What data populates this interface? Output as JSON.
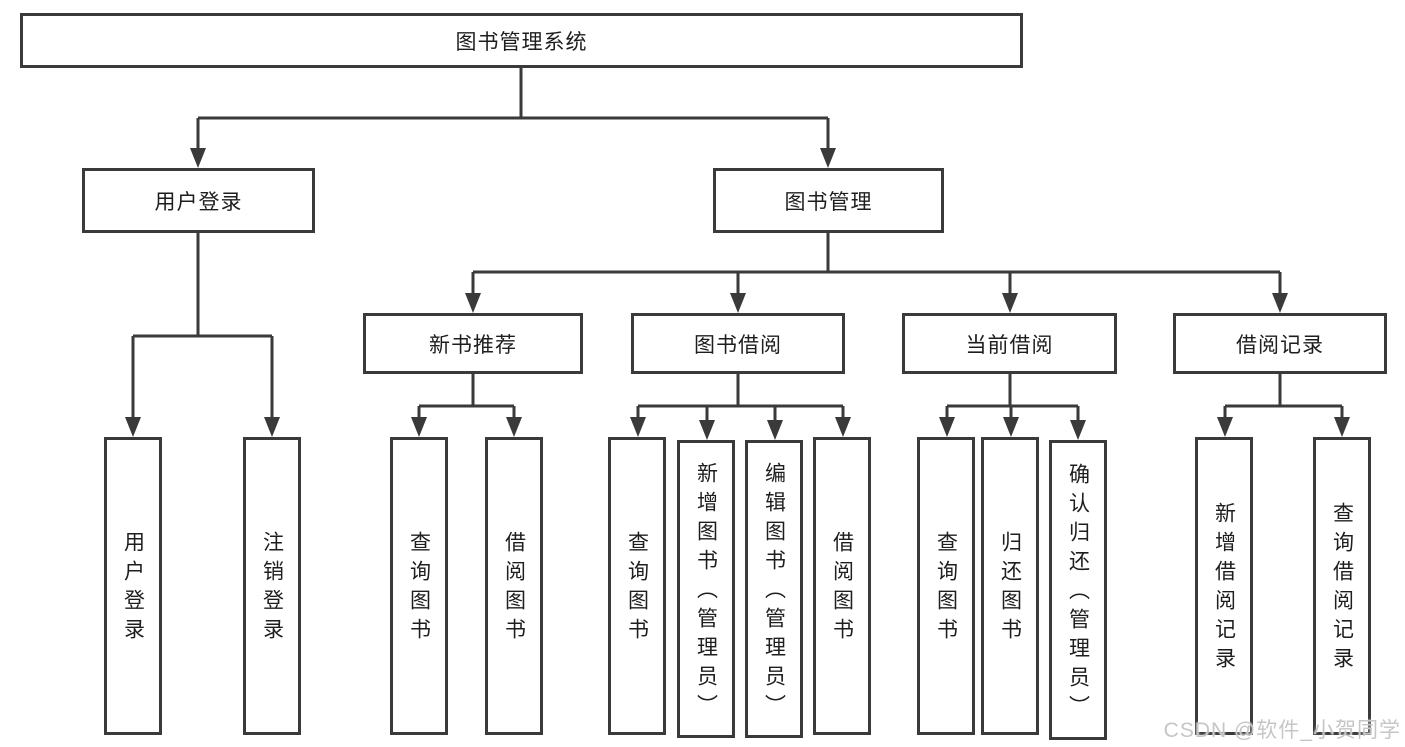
{
  "title": "图书管理系统",
  "level2": {
    "login": "用户登录",
    "management": "图书管理"
  },
  "level3": {
    "recommend": "新书推荐",
    "borrow": "图书借阅",
    "current": "当前借阅",
    "record": "借阅记录"
  },
  "leaves": {
    "login": [
      "用户登录",
      "注销登录"
    ],
    "recommend": [
      "查询图书",
      "借阅图书"
    ],
    "borrow": [
      "查询图书",
      "新增图书（管理员）",
      "编辑图书（管理员）",
      "借阅图书"
    ],
    "current": [
      "查询图书",
      "归还图书",
      "确认归还（管理员）"
    ],
    "record": [
      "新增借阅记录",
      "查询借阅记录"
    ]
  },
  "watermark": "CSDN @软件_小贺同学",
  "colors": {
    "line": "#3a3a3a",
    "text": "#1e1e1e",
    "watermark": "#c6c6c6",
    "background": "#ffffff"
  }
}
